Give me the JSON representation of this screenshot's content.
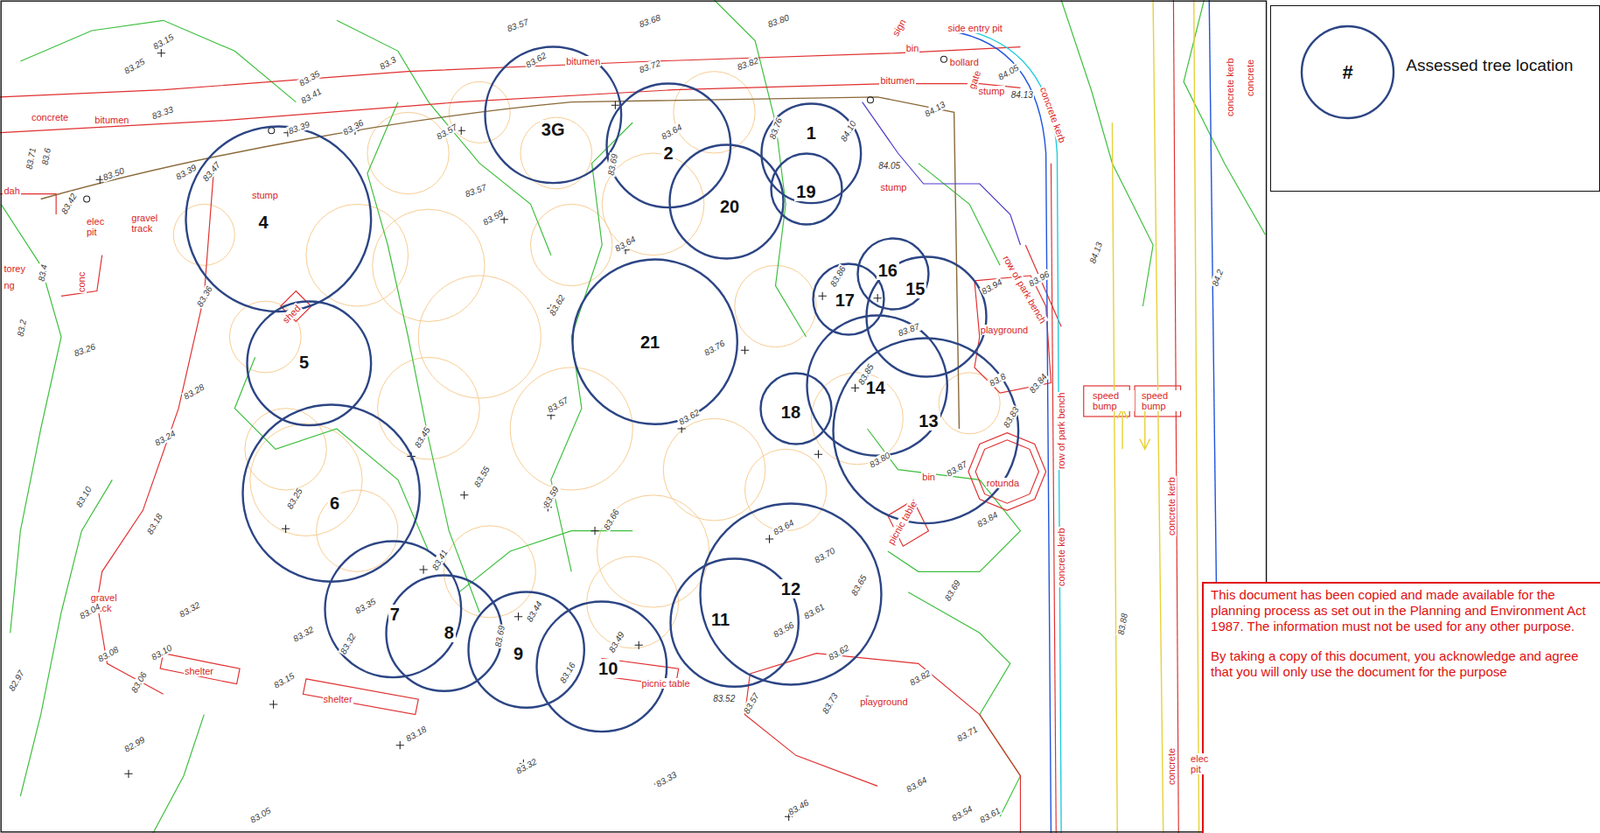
{
  "diagram": {
    "nodes": [
      {
        "text": [
          "3G"
        ]
      },
      {
        "text": [
          "2"
        ]
      },
      {
        "text": [
          "1"
        ]
      },
      {
        "text": [
          "20"
        ]
      },
      {
        "text": [
          "19"
        ]
      },
      {
        "text": [
          "4"
        ]
      },
      {
        "text": [
          "16"
        ]
      },
      {
        "text": [
          "15"
        ]
      },
      {
        "text": [
          "17"
        ]
      },
      {
        "text": [
          "21"
        ]
      },
      {
        "text": [
          "5"
        ]
      },
      {
        "text": [
          "14"
        ]
      },
      {
        "text": [
          "18"
        ]
      },
      {
        "text": [
          "13"
        ]
      },
      {
        "text": [
          "6"
        ]
      },
      {
        "text": [
          "12"
        ]
      },
      {
        "text": [
          "7"
        ]
      },
      {
        "text": [
          "11"
        ]
      },
      {
        "text": [
          "8"
        ]
      },
      {
        "text": [
          "9"
        ]
      },
      {
        "text": [
          "10"
        ]
      },
      {
        "text": [
          "This document has been copied and made available for the planning process as set out in the Planning and Environment Act 1987. The information must not be used for any other purpose.",
          "By taking a copy of this document, you acknowledge and agree that you will only use the document for the purpose"
        ]
      }
    ],
    "labels": [
      "83.15",
      "83.25",
      "83.35",
      "83.3",
      "83.41",
      "83.57",
      "83.68",
      "83.80",
      "bitumen",
      "83.72",
      "83.62",
      "83.82",
      "sign",
      "side entry pit",
      "bin",
      "bitumen",
      "bollard",
      "gate",
      "84.05",
      "84.13",
      "stump",
      "84.13",
      "concrete",
      "bitumen",
      "83.33",
      "83.39",
      "83.36",
      "83.57",
      "83.64",
      "83.69",
      "83.76",
      "84.10",
      "84.05",
      "stump",
      "83.6",
      "83.71",
      "dah",
      "83.50",
      "83.42",
      "elec pit",
      "gravel track",
      "83.39",
      "83.47",
      "stump",
      "83.57",
      "83.59",
      "83.64",
      "conc",
      "torey",
      "ng",
      "83.4",
      "83.36",
      "shed",
      "83.2",
      "83.26",
      "83.62",
      "83.76",
      "83.86",
      "83.94",
      "83.96",
      "84.13",
      "84.2",
      "row of park bench",
      "playground",
      "83.87",
      "83.85",
      "83.8",
      "83.84",
      "83.83",
      "speed bump",
      "speed bump",
      "row of park bench",
      "concrete kerb",
      "concrete kerb",
      "concrete kerb",
      "concrete kerb",
      "concrete",
      "83.28",
      "83.24",
      "83.57",
      "83.62",
      "83.45",
      "83.55",
      "83.59",
      "83.66",
      "83.25",
      "83.10",
      "83.18",
      "bin",
      "83.80",
      "83.87",
      "rotunda",
      "picnic table",
      "83.84",
      "83.64",
      "83.70",
      "83.65",
      "83.69",
      "83.61",
      "83.56",
      "83.62",
      "83.41",
      "83.35",
      "83.32",
      "83.32",
      "83.32",
      "gravel track",
      "83.04",
      "83.08",
      "83.10",
      "shelter",
      "shelter",
      "83.06",
      "82.97",
      "83.44",
      "83.69",
      "83.49",
      "83.16",
      "picnic table",
      "83.52",
      "83.57",
      "playground",
      "83.73",
      "83.82",
      "83.71",
      "83.88",
      "concrete",
      "elec pit",
      "83.15",
      "83.18",
      "83.32",
      "83.33",
      "83.46",
      "83.64",
      "83.54",
      "83.61",
      "82.99",
      "83.05",
      "#"
    ],
    "legend": [
      {
        "text": "Assessed tree location"
      }
    ]
  }
}
